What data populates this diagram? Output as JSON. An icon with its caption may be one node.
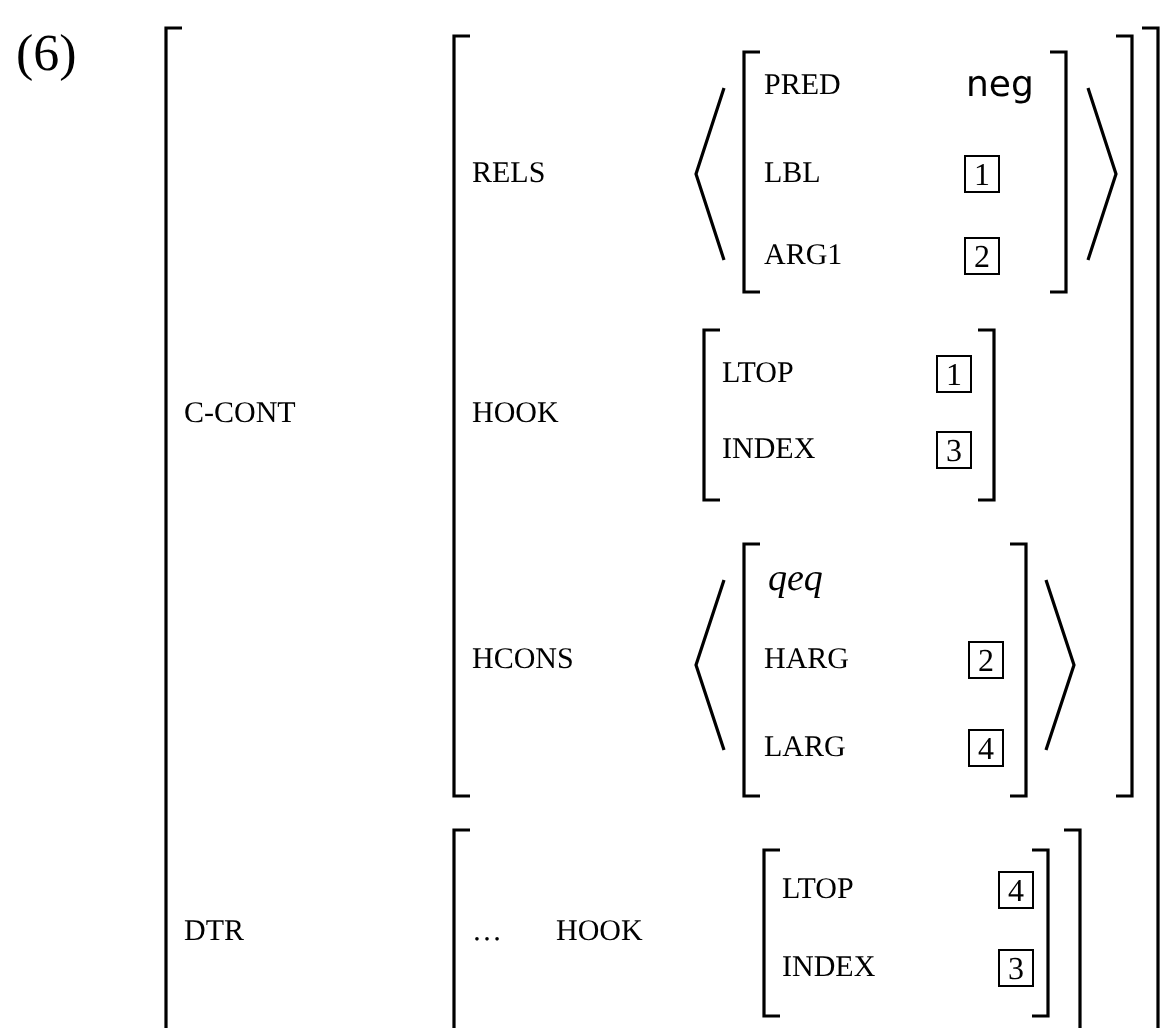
{
  "diagram": {
    "nodes": [
      {
        "text": [
          "1"
        ]
      },
      {
        "text": [
          "2"
        ]
      },
      {
        "text": [
          "1"
        ]
      },
      {
        "text": [
          "3"
        ]
      },
      {
        "text": [
          "2"
        ]
      },
      {
        "text": [
          "4"
        ]
      },
      {
        "text": [
          "4"
        ]
      },
      {
        "text": [
          "3"
        ]
      }
    ],
    "labels": [
      "(6)",
      "PRED",
      "neg",
      "RELS",
      "LBL",
      "ARG1",
      "C-CONT",
      "HOOK",
      "LTOP",
      "INDEX",
      "qeq",
      "HCONS",
      "HARG",
      "LARG",
      "DTR",
      "…",
      "HOOK",
      "LTOP",
      "INDEX"
    ]
  }
}
